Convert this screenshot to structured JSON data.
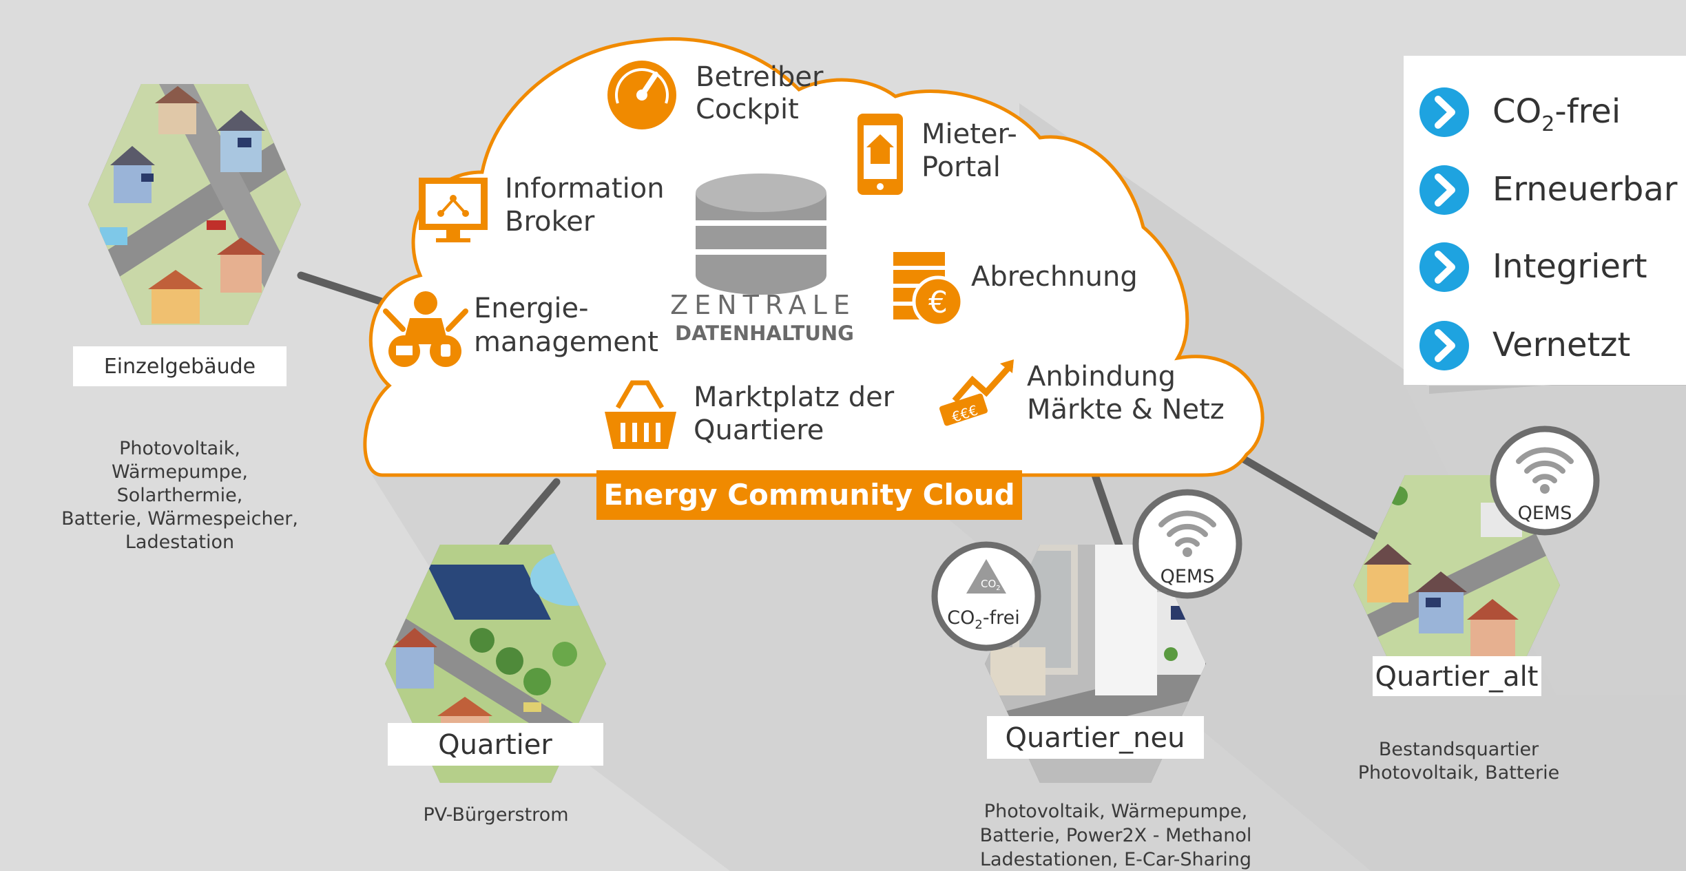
{
  "cloud": {
    "title": "Energy Community Cloud",
    "center_line1": "ZENTRALE",
    "center_line2": "DATENHALTUNG",
    "services": [
      {
        "line1": "Betreiber",
        "line2": "Cockpit",
        "icon": "gauge-icon"
      },
      {
        "line1": "Mieter-",
        "line2": "Portal",
        "icon": "smartphone-home-icon"
      },
      {
        "line1": "Information",
        "line2": "Broker",
        "icon": "monitor-network-icon"
      },
      {
        "line1": "Abrechnung",
        "line2": "",
        "icon": "coins-euro-icon"
      },
      {
        "line1": "Energie-",
        "line2": "management",
        "icon": "manager-icon"
      },
      {
        "line1": "Marktplatz der",
        "line2": "Quartiere",
        "icon": "basket-icon"
      },
      {
        "line1": "Anbindung",
        "line2": "Märkte & Netz",
        "icon": "market-chart-icon"
      }
    ]
  },
  "legend": {
    "items": [
      {
        "main": "CO",
        "sub": "2",
        "rest": "-frei"
      },
      {
        "main": "Erneuerbar",
        "sub": "",
        "rest": ""
      },
      {
        "main": "Integriert",
        "sub": "",
        "rest": ""
      },
      {
        "main": "Vernetzt",
        "sub": "",
        "rest": ""
      }
    ]
  },
  "nodes": {
    "einzel": {
      "label": "Einzelgebäude",
      "caption": [
        "Photovoltaik,",
        "Wärmepumpe,",
        "Solarthermie,",
        "Batterie, Wärmespeicher,",
        "Ladestation"
      ]
    },
    "quartier": {
      "label": "Quartier",
      "caption": [
        "PV-Bürgerstrom"
      ]
    },
    "quartier_neu": {
      "label": "Quartier_neu",
      "caption": [
        "Photovoltaik, Wärmepumpe,",
        "Batterie, Power2X - Methanol",
        "Ladestationen, E-Car-Sharing"
      ],
      "badge_qems": "QEMS",
      "badge_co2_main": "CO",
      "badge_co2_sub": "2",
      "badge_co2_rest": "-frei",
      "badge_co2_icon_main": "CO",
      "badge_co2_icon_sub": "2"
    },
    "quartier_alt": {
      "label": "Quartier_alt",
      "caption": [
        "Bestandsquartier",
        "Photovoltaik, Batterie"
      ],
      "badge_qems": "QEMS"
    }
  },
  "colors": {
    "orange": "#f08a00",
    "blue": "#1ea3e0",
    "grey_frame": "#6b6b6b",
    "background": "#dcdcdc",
    "shadow": "#cdcdcd"
  },
  "market_chart_text": "€€€"
}
